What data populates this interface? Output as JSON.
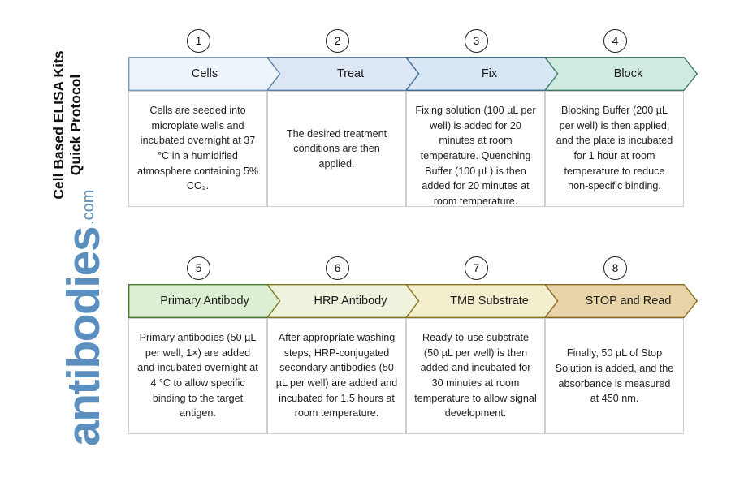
{
  "title": {
    "line1": "Cell Based ELISA Kits",
    "line2": "Quick Protocol"
  },
  "brand": {
    "word": "antibodies",
    "tld": ".com",
    "color": "#5b8fc0"
  },
  "colors": {
    "step1_fill": "#eef4fb",
    "step1_border": "#7a9cc0",
    "step2_fill": "#dce6f5",
    "step2_border": "#5d7fa8",
    "step3_fill": "#d7e7f6",
    "step3_border": "#3d6a91",
    "step4_fill": "#cfeadf",
    "step4_border": "#3f7a6a",
    "step5_fill": "#dcefd3",
    "step5_border": "#4c7a2e",
    "step6_fill": "#eff2dc",
    "step6_border": "#7d7a22",
    "step7_fill": "#f3eecd",
    "step7_border": "#8a7320",
    "step8_fill": "#e8d4a8",
    "step8_border": "#8a6a22",
    "cell_border": "#cfcfcf",
    "number_border": "#222222"
  },
  "rows": [
    {
      "row_name": "protocol-row-1",
      "steps": [
        {
          "number": "1",
          "label": "Cells",
          "body": "Cells are seeded into microplate wells and incubated overnight at 37 °C in a humidified atmosphere containing 5% CO₂.",
          "fill": "#eef4fb",
          "border": "#7a9cc0",
          "align": "top"
        },
        {
          "number": "2",
          "label": "Treat",
          "body": "The desired treatment conditions are then applied.",
          "fill": "#dce6f5",
          "border": "#5d7fa8",
          "align": "center"
        },
        {
          "number": "3",
          "label": "Fix",
          "body": "Fixing solution (100 µL per well) is added for 20 minutes at room temperature. Quenching Buffer (100 µL) is then added for 20 minutes at room temperature.",
          "fill": "#d7e7f6",
          "border": "#3d6a91",
          "align": "top"
        },
        {
          "number": "4",
          "label": "Block",
          "body": "Blocking Buffer (200 µL per well) is then applied, and the plate is incubated for 1 hour at room temperature to reduce non-specific binding.",
          "fill": "#cfeadf",
          "border": "#3f7a6a",
          "align": "top"
        }
      ]
    },
    {
      "row_name": "protocol-row-2",
      "steps": [
        {
          "number": "5",
          "label": "Primary Antibody",
          "body": "Primary antibodies (50 µL per well, 1×) are added and incubated overnight at 4 °C to allow specific binding to the target antigen.",
          "fill": "#dcefd3",
          "border": "#4c7a2e",
          "align": "top"
        },
        {
          "number": "6",
          "label": "HRP Antibody",
          "body": "After appropriate washing steps, HRP-conjugated secondary antibodies (50 µL per well) are added and incubated for 1.5 hours at room temperature.",
          "fill": "#eff2dc",
          "border": "#7d7a22",
          "align": "top"
        },
        {
          "number": "7",
          "label": "TMB Substrate",
          "body": "Ready-to-use substrate (50 µL per well) is then added and incubated for 30 minutes at room temperature to allow signal development.",
          "fill": "#f3eecd",
          "border": "#8a7320",
          "align": "top"
        },
        {
          "number": "8",
          "label": "STOP and Read",
          "body": "Finally, 50 µL of Stop Solution is added, and the absorbance is measured at 450 nm.",
          "fill": "#e8d4a8",
          "border": "#8a6a22",
          "align": "center"
        }
      ]
    }
  ]
}
